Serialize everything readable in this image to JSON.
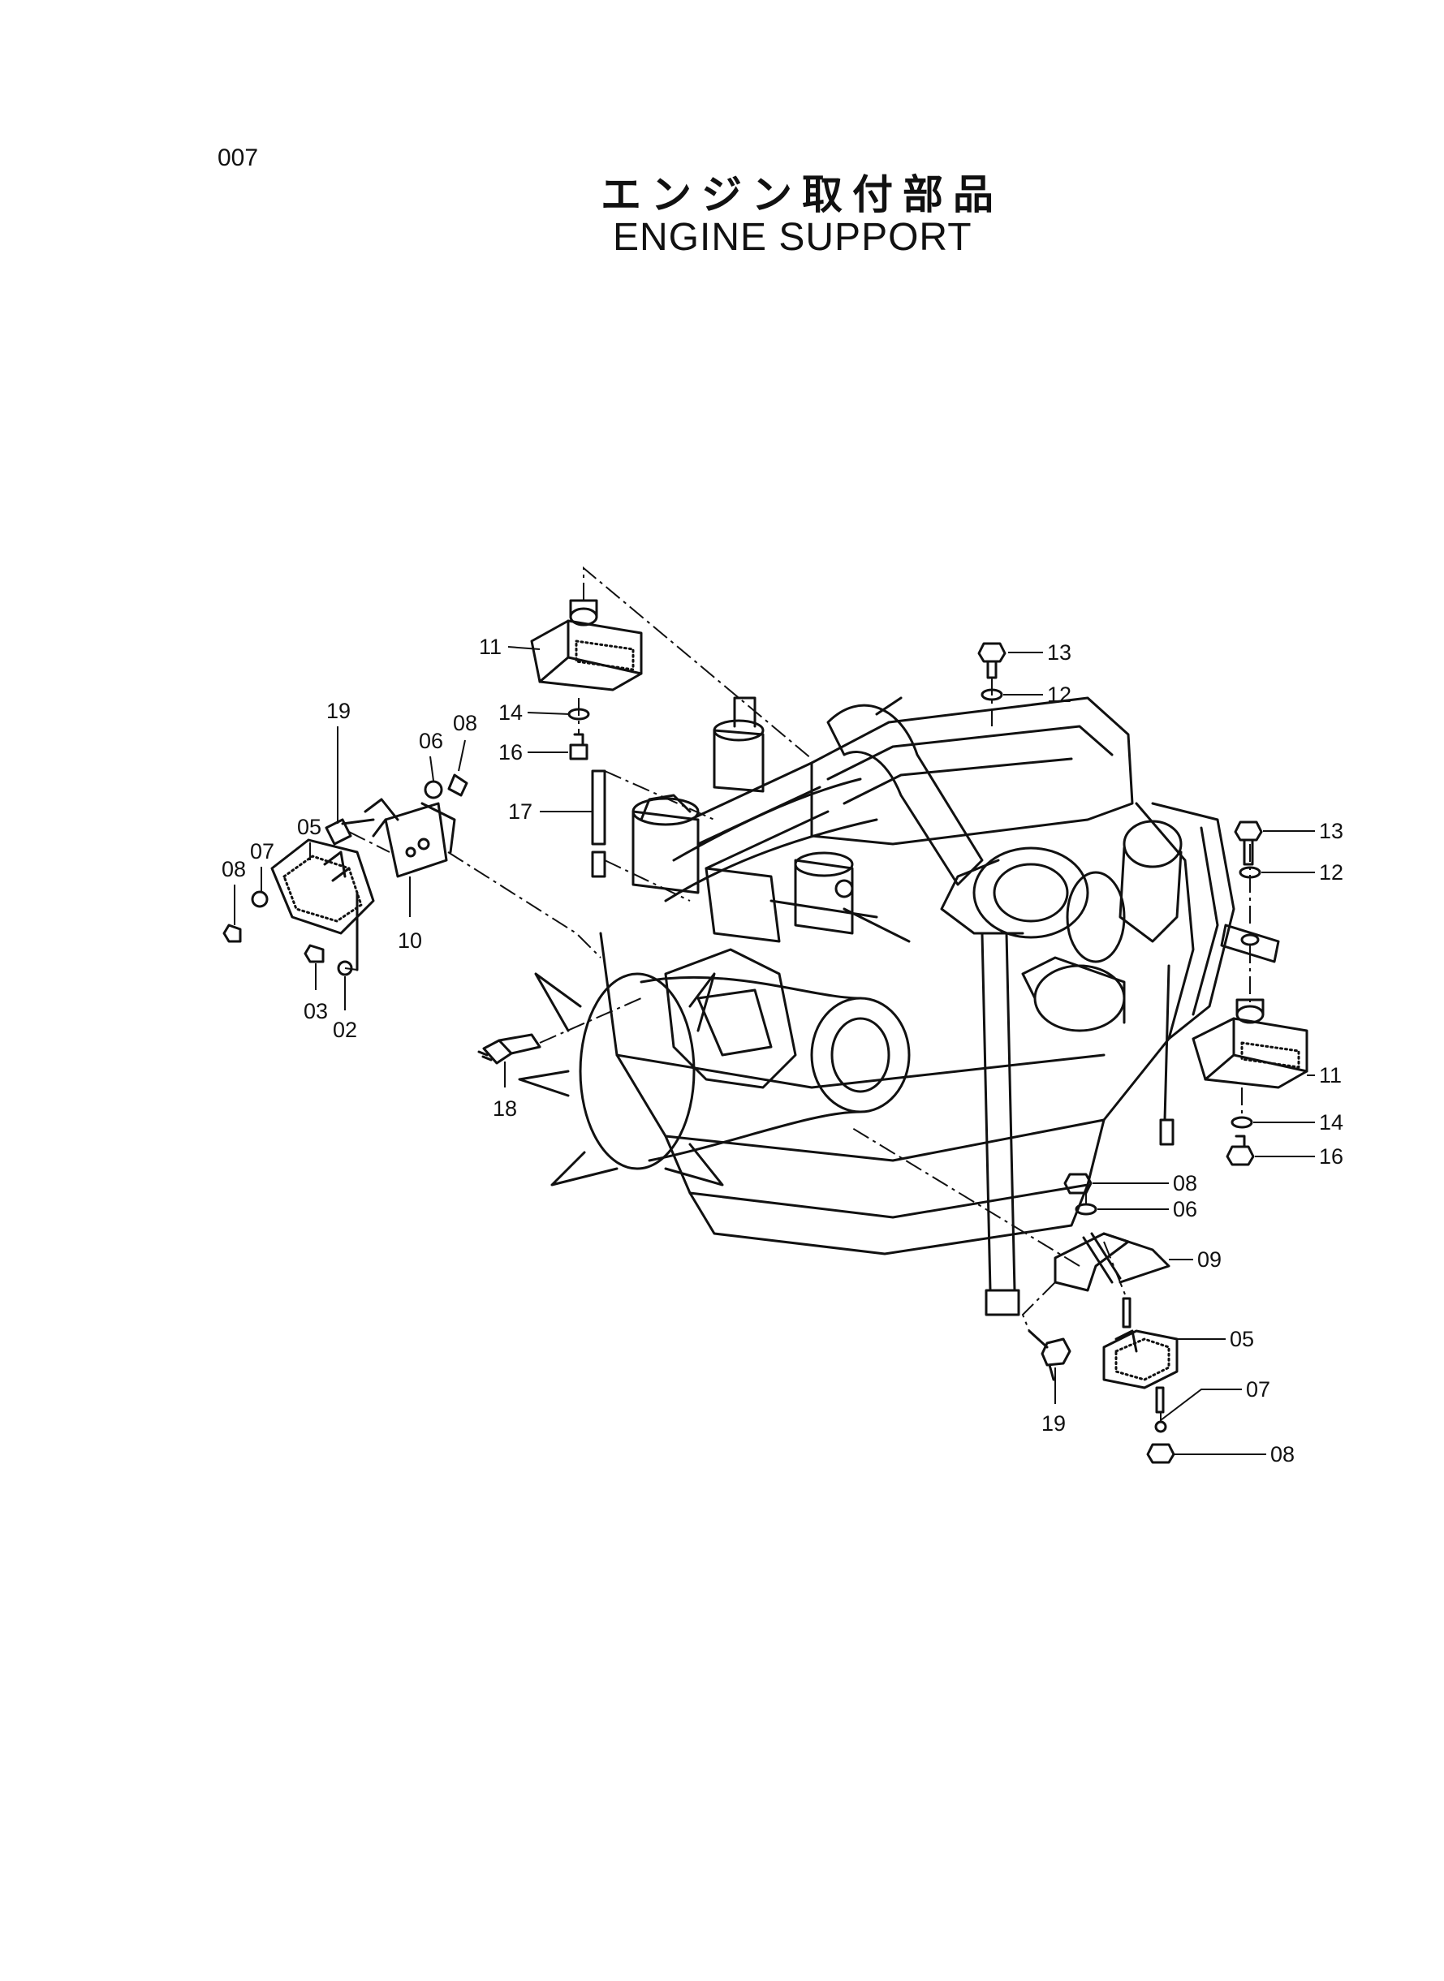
{
  "page": {
    "code": "007",
    "title_jp": "エンジン取付部品",
    "title_en": "ENGINE  SUPPORT"
  },
  "callouts": [
    {
      "id": "c11a",
      "text": "11"
    },
    {
      "id": "c14a",
      "text": "14"
    },
    {
      "id": "c16a",
      "text": "16"
    },
    {
      "id": "c17",
      "text": "17"
    },
    {
      "id": "c19a",
      "text": "19"
    },
    {
      "id": "c06a",
      "text": "06"
    },
    {
      "id": "c08a",
      "text": "08"
    },
    {
      "id": "c05a",
      "text": "05"
    },
    {
      "id": "c07a",
      "text": "07"
    },
    {
      "id": "c08b",
      "text": "08"
    },
    {
      "id": "c10",
      "text": "10"
    },
    {
      "id": "c03",
      "text": "03"
    },
    {
      "id": "c02",
      "text": "02"
    },
    {
      "id": "c18",
      "text": "18"
    },
    {
      "id": "c13a",
      "text": "13"
    },
    {
      "id": "c12a",
      "text": "12"
    },
    {
      "id": "c13b",
      "text": "13"
    },
    {
      "id": "c12b",
      "text": "12"
    },
    {
      "id": "c11b",
      "text": "11"
    },
    {
      "id": "c14b",
      "text": "14"
    },
    {
      "id": "c16b",
      "text": "16"
    },
    {
      "id": "c08c",
      "text": "08"
    },
    {
      "id": "c06b",
      "text": "06"
    },
    {
      "id": "c09",
      "text": "09"
    },
    {
      "id": "c05b",
      "text": "05"
    },
    {
      "id": "c07b",
      "text": "07"
    },
    {
      "id": "c08d",
      "text": "08"
    },
    {
      "id": "c19b",
      "text": "19"
    }
  ]
}
